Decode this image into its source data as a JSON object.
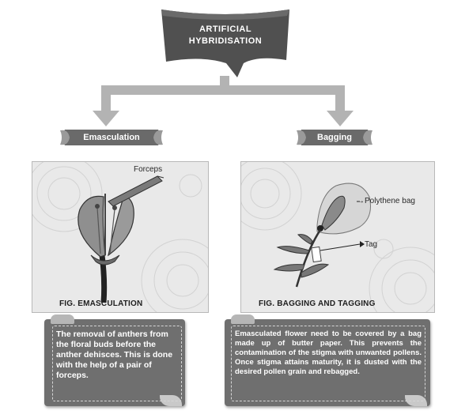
{
  "title": {
    "line1": "ARTIFICIAL",
    "line2": "HYBRIDISATION"
  },
  "left": {
    "heading": "Emasculation",
    "figure_caption": "FIG. EMASCULATION",
    "label_forceps": "Forceps",
    "description": "The removal of anthers from the floral buds before the anther dehisces. This is done with the help of a pair of forceps."
  },
  "right": {
    "heading": "Bagging",
    "figure_caption": "FIG.  BAGGING AND TAGGING",
    "label_bag": "Polythene bag",
    "label_tag": "Tag",
    "description": "Emasculated flower need to be covered by a bag made up of butter paper. This prevents the contamination of the stigma with unwanted pollens.  Once stigma attains maturity, it is dusted with the desired pollen grain and rebagged."
  },
  "colors": {
    "banner": "#505050",
    "ribbon": "#6a6a6a",
    "arrow": "#b3b3b3",
    "textbox": "#6f6f6f",
    "panel": "#e9e9e9"
  }
}
